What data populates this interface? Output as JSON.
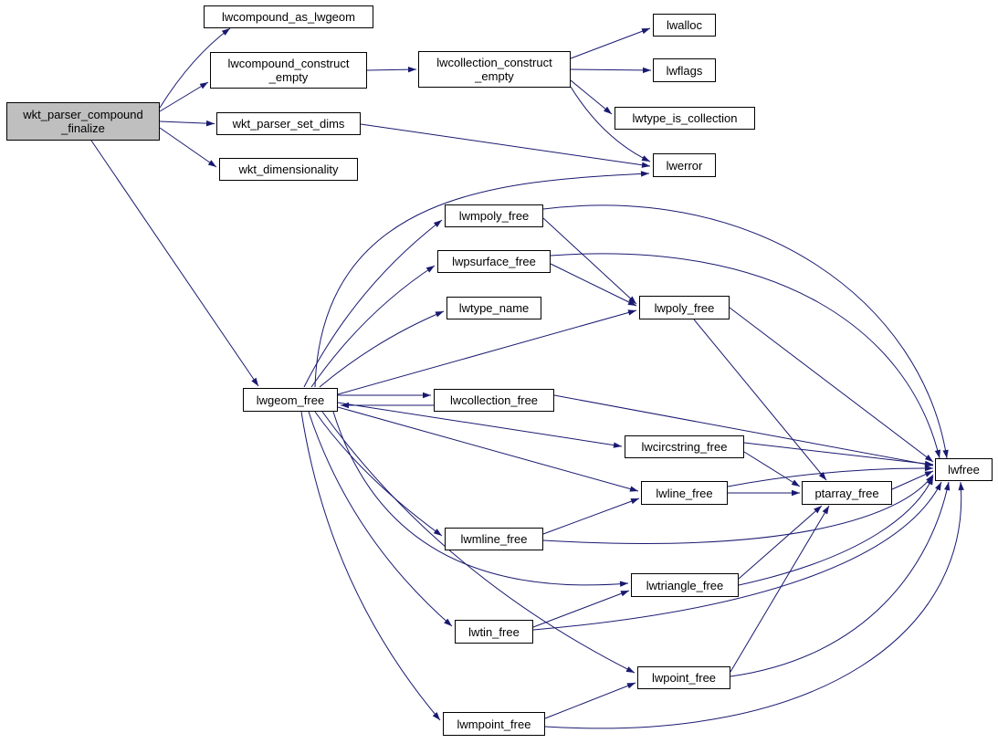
{
  "diagram": {
    "type": "call-graph",
    "nodes": [
      {
        "id": "wkt_parser_compound_finalize",
        "label": "wkt_parser_compound\n_finalize",
        "highlighted": true
      },
      {
        "id": "lwcompound_as_lwgeom",
        "label": "lwcompound_as_lwgeom",
        "highlighted": false
      },
      {
        "id": "lwcompound_construct_empty",
        "label": "lwcompound_construct\n_empty",
        "highlighted": false
      },
      {
        "id": "wkt_parser_set_dims",
        "label": "wkt_parser_set_dims",
        "highlighted": false
      },
      {
        "id": "wkt_dimensionality",
        "label": "wkt_dimensionality",
        "highlighted": false
      },
      {
        "id": "lwcollection_construct_empty",
        "label": "lwcollection_construct\n_empty",
        "highlighted": false
      },
      {
        "id": "lwalloc",
        "label": "lwalloc",
        "highlighted": false
      },
      {
        "id": "lwflags",
        "label": "lwflags",
        "highlighted": false
      },
      {
        "id": "lwtype_is_collection",
        "label": "lwtype_is_collection",
        "highlighted": false
      },
      {
        "id": "lwerror",
        "label": "lwerror",
        "highlighted": false
      },
      {
        "id": "lwmpoly_free",
        "label": "lwmpoly_free",
        "highlighted": false
      },
      {
        "id": "lwpsurface_free",
        "label": "lwpsurface_free",
        "highlighted": false
      },
      {
        "id": "lwtype_name",
        "label": "lwtype_name",
        "highlighted": false
      },
      {
        "id": "lwpoly_free",
        "label": "lwpoly_free",
        "highlighted": false
      },
      {
        "id": "lwgeom_free",
        "label": "lwgeom_free",
        "highlighted": false
      },
      {
        "id": "lwcollection_free",
        "label": "lwcollection_free",
        "highlighted": false
      },
      {
        "id": "lwcircstring_free",
        "label": "lwcircstring_free",
        "highlighted": false
      },
      {
        "id": "lwline_free",
        "label": "lwline_free",
        "highlighted": false
      },
      {
        "id": "ptarray_free",
        "label": "ptarray_free",
        "highlighted": false
      },
      {
        "id": "lwfree",
        "label": "lwfree",
        "highlighted": false
      },
      {
        "id": "lwmline_free",
        "label": "lwmline_free",
        "highlighted": false
      },
      {
        "id": "lwtriangle_free",
        "label": "lwtriangle_free",
        "highlighted": false
      },
      {
        "id": "lwtin_free",
        "label": "lwtin_free",
        "highlighted": false
      },
      {
        "id": "lwpoint_free",
        "label": "lwpoint_free",
        "highlighted": false
      },
      {
        "id": "lwmpoint_free",
        "label": "lwmpoint_free",
        "highlighted": false
      }
    ],
    "edges": [
      [
        "wkt_parser_compound_finalize",
        "lwcompound_as_lwgeom"
      ],
      [
        "wkt_parser_compound_finalize",
        "lwcompound_construct_empty"
      ],
      [
        "wkt_parser_compound_finalize",
        "wkt_parser_set_dims"
      ],
      [
        "wkt_parser_compound_finalize",
        "wkt_dimensionality"
      ],
      [
        "wkt_parser_compound_finalize",
        "lwgeom_free"
      ],
      [
        "lwcompound_construct_empty",
        "lwcollection_construct_empty"
      ],
      [
        "lwcollection_construct_empty",
        "lwalloc"
      ],
      [
        "lwcollection_construct_empty",
        "lwflags"
      ],
      [
        "lwcollection_construct_empty",
        "lwtype_is_collection"
      ],
      [
        "lwcollection_construct_empty",
        "lwerror"
      ],
      [
        "wkt_parser_set_dims",
        "lwerror"
      ],
      [
        "lwgeom_free",
        "lwerror"
      ],
      [
        "lwgeom_free",
        "lwmpoly_free"
      ],
      [
        "lwgeom_free",
        "lwpsurface_free"
      ],
      [
        "lwgeom_free",
        "lwtype_name"
      ],
      [
        "lwgeom_free",
        "lwpoly_free"
      ],
      [
        "lwgeom_free",
        "lwcollection_free"
      ],
      [
        "lwcollection_free",
        "lwgeom_free"
      ],
      [
        "lwgeom_free",
        "lwcircstring_free"
      ],
      [
        "lwgeom_free",
        "lwline_free"
      ],
      [
        "lwgeom_free",
        "lwmline_free"
      ],
      [
        "lwgeom_free",
        "lwtriangle_free"
      ],
      [
        "lwgeom_free",
        "lwtin_free"
      ],
      [
        "lwgeom_free",
        "lwpoint_free"
      ],
      [
        "lwgeom_free",
        "lwmpoint_free"
      ],
      [
        "lwmpoly_free",
        "lwpoly_free"
      ],
      [
        "lwmpoly_free",
        "lwfree"
      ],
      [
        "lwpsurface_free",
        "lwpoly_free"
      ],
      [
        "lwpsurface_free",
        "lwfree"
      ],
      [
        "lwpoly_free",
        "ptarray_free"
      ],
      [
        "lwpoly_free",
        "lwfree"
      ],
      [
        "lwcollection_free",
        "lwfree"
      ],
      [
        "lwcircstring_free",
        "ptarray_free"
      ],
      [
        "lwcircstring_free",
        "lwfree"
      ],
      [
        "lwline_free",
        "ptarray_free"
      ],
      [
        "lwline_free",
        "lwfree"
      ],
      [
        "ptarray_free",
        "lwfree"
      ],
      [
        "lwmline_free",
        "lwline_free"
      ],
      [
        "lwmline_free",
        "lwfree"
      ],
      [
        "lwtriangle_free",
        "ptarray_free"
      ],
      [
        "lwtriangle_free",
        "lwfree"
      ],
      [
        "lwtin_free",
        "lwtriangle_free"
      ],
      [
        "lwtin_free",
        "lwfree"
      ],
      [
        "lwpoint_free",
        "ptarray_free"
      ],
      [
        "lwpoint_free",
        "lwfree"
      ],
      [
        "lwmpoint_free",
        "lwpoint_free"
      ],
      [
        "lwmpoint_free",
        "lwfree"
      ]
    ],
    "colors": {
      "edge": "#191970",
      "node_border": "#000000",
      "node_fill": "#ffffff",
      "highlight_fill": "#bfbfbf",
      "text": "#000000",
      "background": "#ffffff"
    }
  }
}
